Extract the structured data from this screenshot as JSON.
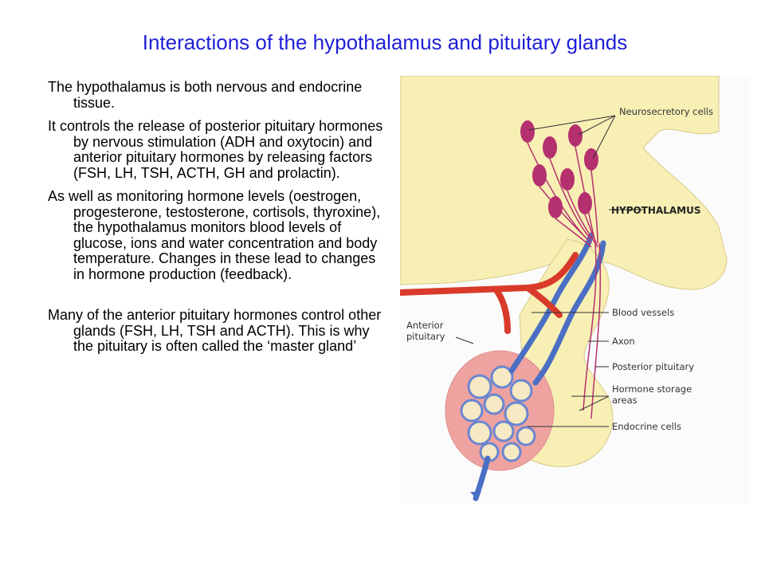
{
  "slide": {
    "title": "Interactions of the hypothalamus and pituitary glands",
    "paragraphs": [
      "The hypothalamus is both nervous and endocrine tissue.",
      "It controls the release of posterior pituitary hormones by nervous stimulation (ADH and oxytocin) and anterior pituitary hormones by releasing factors (FSH, LH, TSH, ACTH, GH and prolactin).",
      "As well as monitoring hormone levels (oestrogen, progesterone, testosterone, cortisols, thyroxine), the hypothalamus monitors blood levels of glucose, ions and water concentration and body temperature. Changes in these lead to changes in hormone production (feedback).",
      "Many of the anterior pituitary hormones control other glands (FSH, LH, TSH and ACTH). This is why the pituitary is often called the ‘master gland’"
    ]
  },
  "figure": {
    "labels": {
      "neurosecretory": "Neurosecretory cells",
      "hypothalamus": "HYPOTHALAMUS",
      "anterior_pituitary": "Anterior pituitary",
      "blood_vessels": "Blood vessels",
      "axon": "Axon",
      "posterior_pituitary": "Posterior pituitary",
      "hormone_storage": "Hormone storage areas",
      "endocrine_cells": "Endocrine cells"
    },
    "colors": {
      "tissue": "#f7efb4",
      "neuron": "#b5306f",
      "vessel_red": "#d93a2a",
      "vessel_blue": "#4a6fc4",
      "gland": "#efa3a1",
      "cells": "#f6e9c4"
    }
  }
}
